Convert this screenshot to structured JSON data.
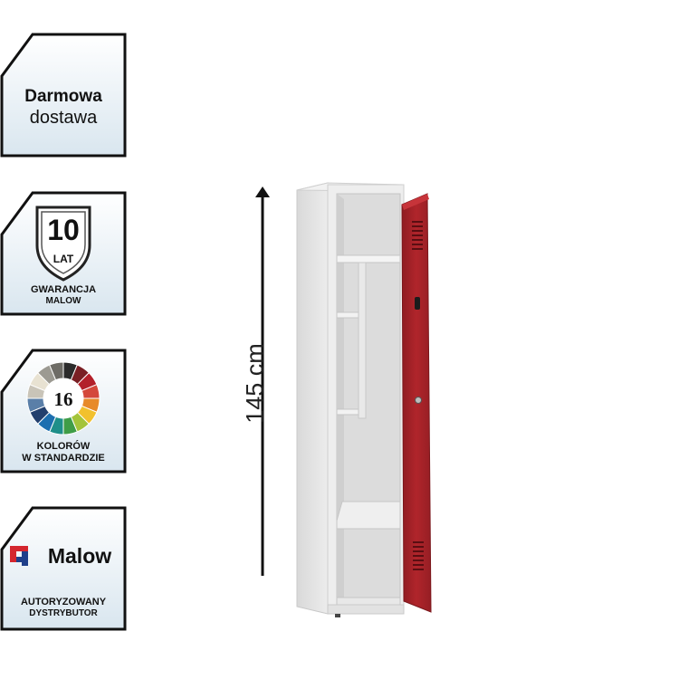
{
  "badges": {
    "delivery": {
      "line1": "Darmowa",
      "line2": "dostawa"
    },
    "warranty": {
      "years": "10",
      "unit": "LAT",
      "line1": "GWARANCJA",
      "line2": "MALOW"
    },
    "colors": {
      "count": "16",
      "line1": "KOLORÓW",
      "line2": "W STANDARDZIE",
      "palette": [
        "#2b2b2b",
        "#7a1f24",
        "#b3202a",
        "#d4483b",
        "#e78a2a",
        "#f2c12e",
        "#a4c43a",
        "#3f9d47",
        "#1f8f8a",
        "#1d6fb0",
        "#23406e",
        "#5a7fa8",
        "#c9c4b8",
        "#e8e2d2",
        "#9c9a92",
        "#6e6c66"
      ]
    },
    "distributor": {
      "brand": "Malow",
      "line1": "AUTORYZOWANY",
      "line2": "DYSTRYBUTOR"
    }
  },
  "product": {
    "height_label": "145 cm",
    "body_color": "#e6e6e6",
    "door_color": "#b0252b"
  }
}
